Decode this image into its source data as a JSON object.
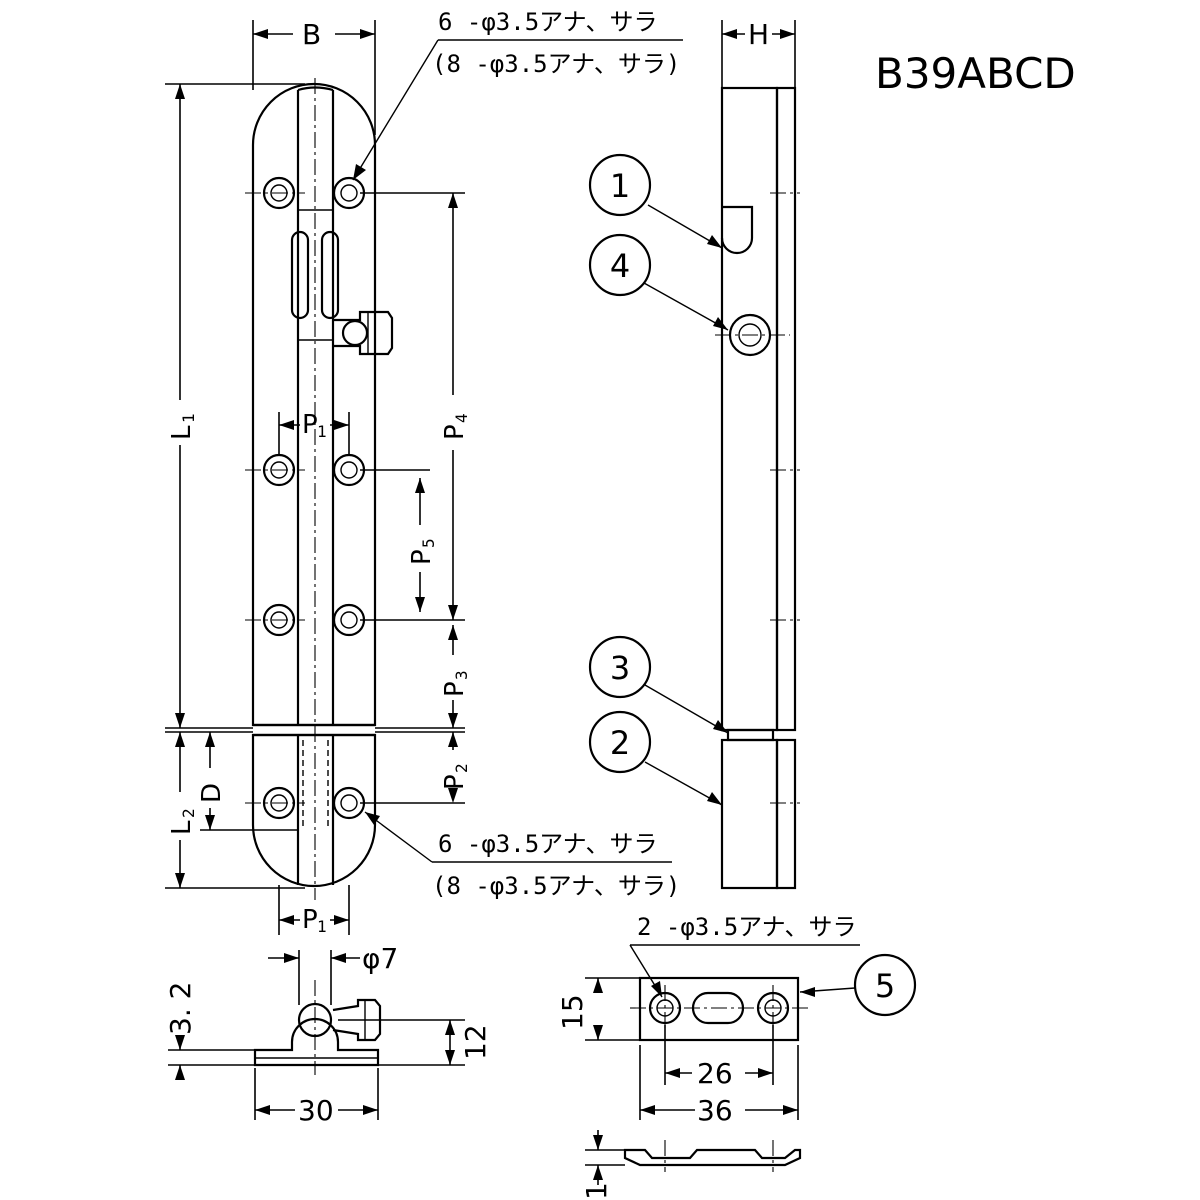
{
  "title": "B39ABCD",
  "hole_notes": {
    "top": "6 -φ3.5アナ、サラ",
    "top_paren": "(8 -φ3.5アナ、サラ)",
    "bottom": "6 -φ3.5アナ、サラ",
    "bottom_paren": "(8 -φ3.5アナ、サラ)",
    "strike": "2 -φ3.5アナ、サラ"
  },
  "dimension_labels": {
    "B": "B",
    "H": "H",
    "L": "L",
    "L1_sub": "1",
    "L2_sub": "2",
    "P": "P",
    "P1_sub": "1",
    "P2_sub": "2",
    "P3_sub": "3",
    "P4_sub": "4",
    "P5_sub": "5",
    "D": "D",
    "phi7": "φ7",
    "v3_2": "3. 2",
    "v12": "12",
    "v30": "30",
    "v15": "15",
    "v26": "26",
    "v36": "36",
    "v1": "1"
  },
  "part_balloons": [
    "1",
    "2",
    "3",
    "4",
    "5"
  ]
}
